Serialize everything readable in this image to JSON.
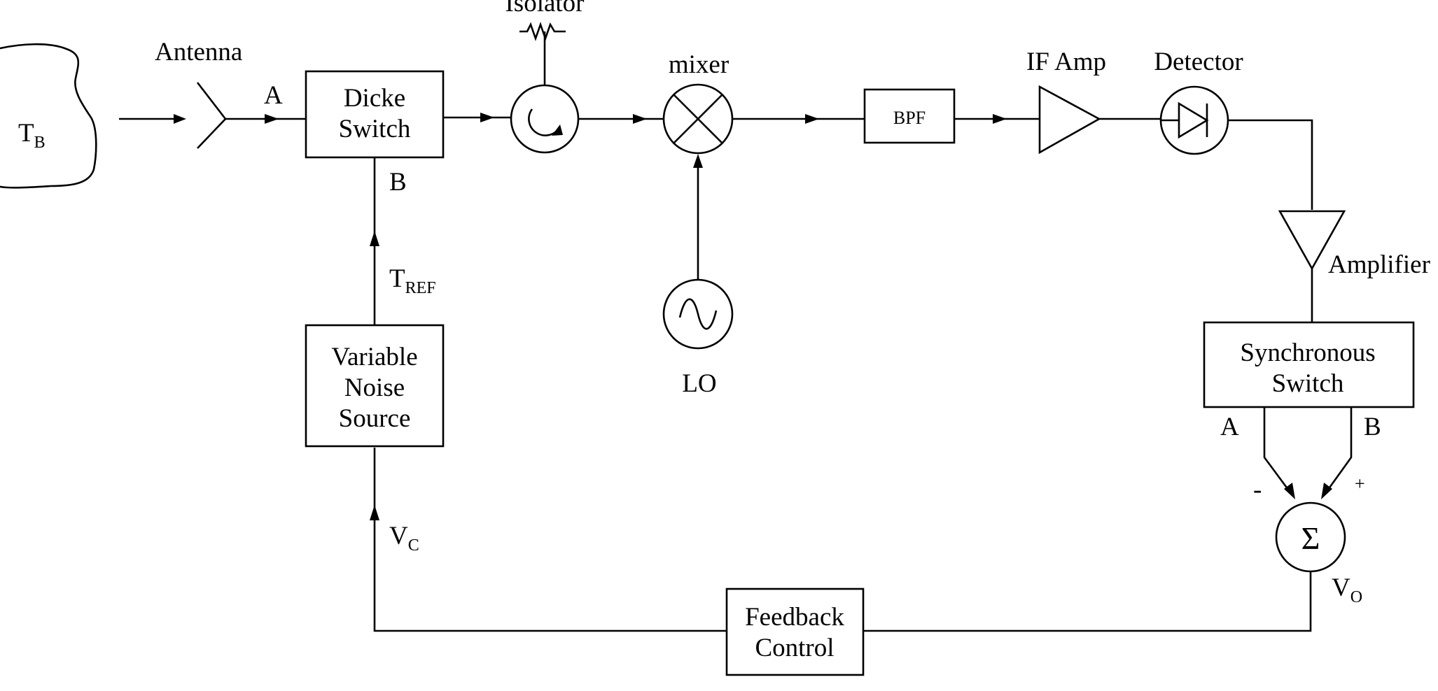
{
  "source": {
    "symbol": "T",
    "subscript": "B"
  },
  "labels": {
    "antenna": "Antenna",
    "isolator": "Isolator",
    "mixer": "mixer",
    "if_amp": "IF Amp",
    "detector": "Detector",
    "amplifier": "Amplifier",
    "lo": "LO",
    "port_a": "A",
    "port_b": "B",
    "sync_port_a": "A",
    "sync_port_b": "B",
    "minus": "-",
    "plus": "+",
    "summation": "Σ"
  },
  "blocks": {
    "dicke_switch": [
      "Dicke",
      "Switch"
    ],
    "bpf": [
      "BPF"
    ],
    "noise_source": [
      "Variable",
      "Noise",
      "Source"
    ],
    "sync_switch": [
      "Synchronous",
      "Switch"
    ],
    "feedback": [
      "Feedback",
      "Control"
    ]
  },
  "signals": {
    "tref": {
      "symbol": "T",
      "subscript": "REF"
    },
    "vc": {
      "symbol": "V",
      "subscript": "C"
    },
    "vo": {
      "symbol": "V",
      "subscript": "O"
    }
  }
}
